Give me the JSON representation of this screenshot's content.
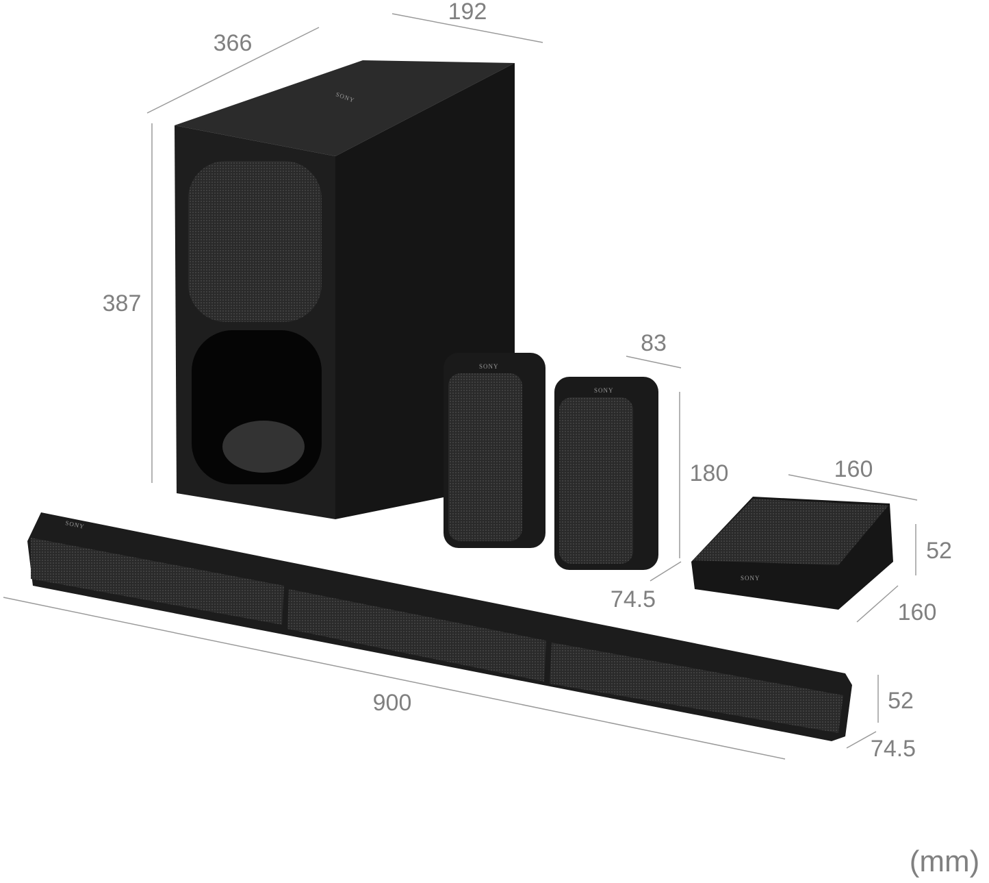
{
  "brand_logo": "SONY",
  "unit_label": "(mm)",
  "colors": {
    "product": "#1a1a1a",
    "grille": "#2e2e2e",
    "dimension_text": "#808080"
  },
  "subwoofer": {
    "width": "192",
    "depth": "366",
    "height": "387"
  },
  "rear_speakers": {
    "width": "83",
    "height": "180",
    "depth": "74.5"
  },
  "wireless_receiver": {
    "width": "160",
    "height": "52",
    "depth": "160"
  },
  "soundbar": {
    "width": "900",
    "height": "52",
    "depth": "74.5"
  }
}
